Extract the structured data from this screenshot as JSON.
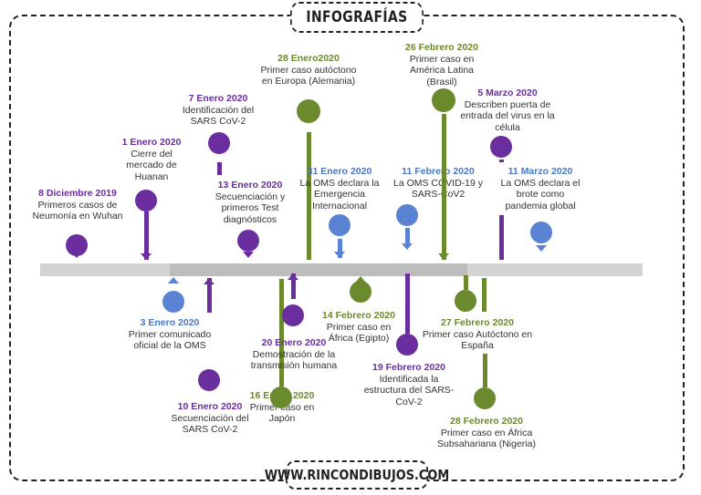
{
  "title": "INFOGRAFÍAS",
  "footer": "WWW.RINCONDIBUJOS.COM",
  "colors": {
    "purple": "#6a2e9f",
    "blue": "#5b83d4",
    "green": "#6b8a2e",
    "bar": "#d4d4d4"
  },
  "events": [
    {
      "date": "8 Diciembre 2019",
      "desc": "Primeros casos de Neumonía en Wuhan",
      "color": "purple"
    },
    {
      "date": "1 Enero 2020",
      "desc": "Cierre del mercado de Huanan",
      "color": "purple"
    },
    {
      "date": "3 Enero 2020",
      "desc": "Primer comunicado oficial de la OMS",
      "color": "blue"
    },
    {
      "date": "7 Enero 2020",
      "desc": "Identificación del SARS CoV-2",
      "color": "purple"
    },
    {
      "date": "10 Enero 2020",
      "desc": "Secuenciación del SARS CoV-2",
      "color": "purple"
    },
    {
      "date": "13 Enero 2020",
      "desc": "Secuenciación y primeros Test diagnósticos",
      "color": "purple"
    },
    {
      "date": "16 Enero 2020",
      "desc": "Primer caso en Japón",
      "color": "green"
    },
    {
      "date": "20 Enero 2020",
      "desc": "Demostración de la transmisión humana",
      "color": "purple"
    },
    {
      "date": "28 Enero2020",
      "desc": "Primer caso autóctono en Europa (Alemania)",
      "color": "green"
    },
    {
      "date": "31 Enero 2020",
      "desc": "La OMS declara la Emergencia Internacional",
      "color": "blue"
    },
    {
      "date": "11 Febrero 2020",
      "desc": "La OMS COVID-19 y SARS-CoV2",
      "color": "blue"
    },
    {
      "date": "14 Febrero 2020",
      "desc": "Primer caso en África (Egipto)",
      "color": "green"
    },
    {
      "date": "19 Febrero 2020",
      "desc": "Identificada la estructura del SARS-CoV-2",
      "color": "purple"
    },
    {
      "date": "26 Febrero 2020",
      "desc": "Primer caso en América Latina (Brasil)",
      "color": "green"
    },
    {
      "date": "27 Febrero 2020",
      "desc": "Primer caso Autóctono en España",
      "color": "green"
    },
    {
      "date": "28 Febrero 2020",
      "desc": "Primer caso en África Subsahariana (Nigeria)",
      "color": "green"
    },
    {
      "date": "5 Marzo 2020",
      "desc": "Describen puerta de entrada del virus en la célula",
      "color": "purple"
    },
    {
      "date": "11 Marzo 2020",
      "desc": "La OMS declara el brote como pandemia global",
      "color": "blue"
    }
  ]
}
